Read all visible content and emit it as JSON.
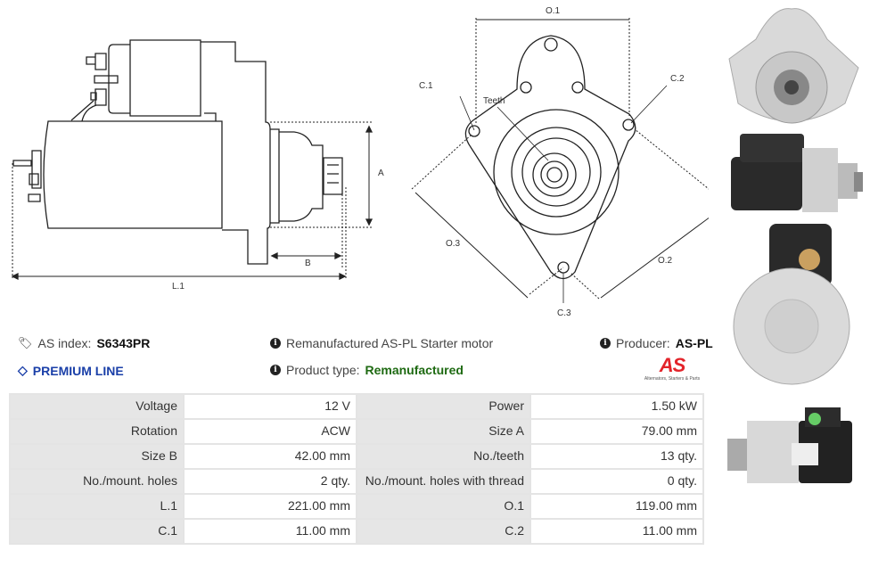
{
  "diagram": {
    "side_labels": {
      "a": "A",
      "b": "B",
      "l1": "L.1"
    },
    "front_labels": {
      "o1": "O.1",
      "o2": "O.2",
      "o3": "O.3",
      "c1": "C.1",
      "c2": "C.2",
      "c3": "C.3",
      "teeth": "Teeth"
    }
  },
  "info": {
    "as_index_label": "AS index:",
    "as_index_value": "S6343PR",
    "premium": "PREMIUM LINE",
    "description": "Remanufactured AS-PL Starter motor",
    "product_type_label": "Product type:",
    "product_type_value": "Remanufactured",
    "producer_label": "Producer:",
    "producer_value": "AS-PL",
    "logo_text": "AS",
    "logo_tagline": "Alternators, Starters & Parts"
  },
  "colors": {
    "premium": "#1a3fa8",
    "product_type": "#1e6a12",
    "logo": "#e3232a"
  },
  "specs": [
    [
      "Voltage",
      "12 V",
      "Power",
      "1.50 kW"
    ],
    [
      "Rotation",
      "ACW",
      "Size A",
      "79.00 mm"
    ],
    [
      "Size B",
      "42.00 mm",
      "No./teeth",
      "13 qty."
    ],
    [
      "No./mount. holes",
      "2 qty.",
      "No./mount. holes with thread",
      "0 qty."
    ],
    [
      "L.1",
      "221.00 mm",
      "O.1",
      "119.00 mm"
    ],
    [
      "C.1",
      "11.00 mm",
      "C.2",
      "11.00 mm"
    ]
  ]
}
